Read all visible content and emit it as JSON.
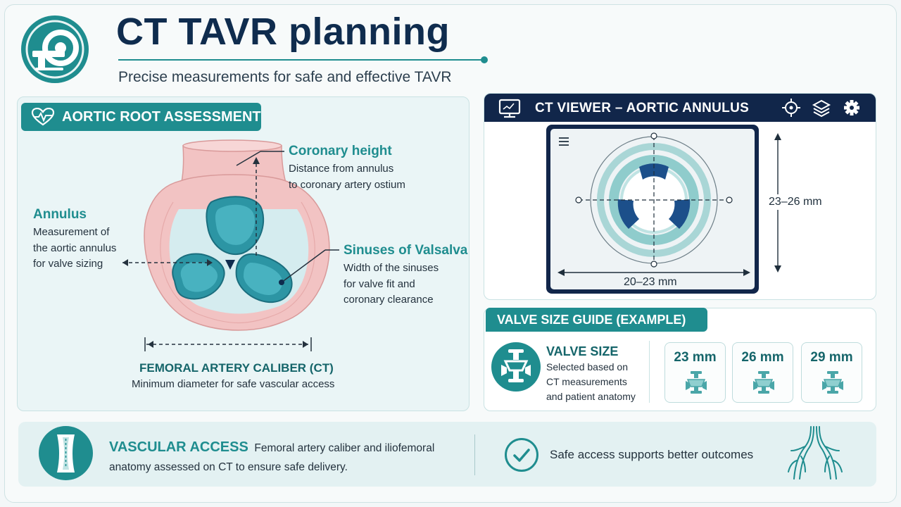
{
  "header": {
    "title": "CT TAVR planning",
    "subtitle": "Precise measurements for safe and effective TAVR",
    "logo_icon": "ct-scanner-icon"
  },
  "aortic_root": {
    "tab_label": "AORTIC ROOT ASSESSMENT",
    "tab_icon": "heart-pulse-icon",
    "coronary": {
      "title": "Coronary height",
      "lines": [
        "Distance from annulus",
        "to coronary artery ostium"
      ]
    },
    "annulus": {
      "title": "Annulus",
      "lines": [
        "Measurement of",
        "the aortic annulus",
        "for valve sizing"
      ]
    },
    "sinuses": {
      "title": "Sinuses of Valsalva",
      "lines": [
        "Width of the sinuses",
        "for valve fit and",
        "coronary clearance"
      ]
    },
    "femoral": {
      "title": "FEMORAL ARTERY CALIBER (CT)",
      "body": "Minimum diameter for safe vascular access"
    }
  },
  "viewer": {
    "title": "CT VIEWER – AORTIC ANNULUS",
    "icons": [
      "monitor-icon",
      "crosshair-icon",
      "layers-icon",
      "gear-icon",
      "menu-icon"
    ],
    "vertical_dim": "23–26 mm",
    "horizontal_dim": "20–23 mm"
  },
  "valve_guide": {
    "tab_label": "VALVE SIZE GUIDE (EXAMPLE)",
    "heading": "VALVE SIZE",
    "lines": [
      "Selected based on",
      "CT measurements",
      "and patient anatomy"
    ],
    "sizes": [
      "23 mm",
      "26 mm",
      "29 mm"
    ]
  },
  "vascular": {
    "heading": "VASCULAR ACCESS",
    "text_a": "Femoral artery caliber and iliofemoral",
    "text_b": "anatomy assessed on CT to ensure safe delivery.",
    "outcome": "Safe access supports better outcomes"
  },
  "colors": {
    "teal": "#1f8d8f",
    "navy": "#11264a",
    "title_navy": "#0f2c4e",
    "panel_bg": "#eaf5f6",
    "tissue_pink": "#f2c3c3"
  }
}
